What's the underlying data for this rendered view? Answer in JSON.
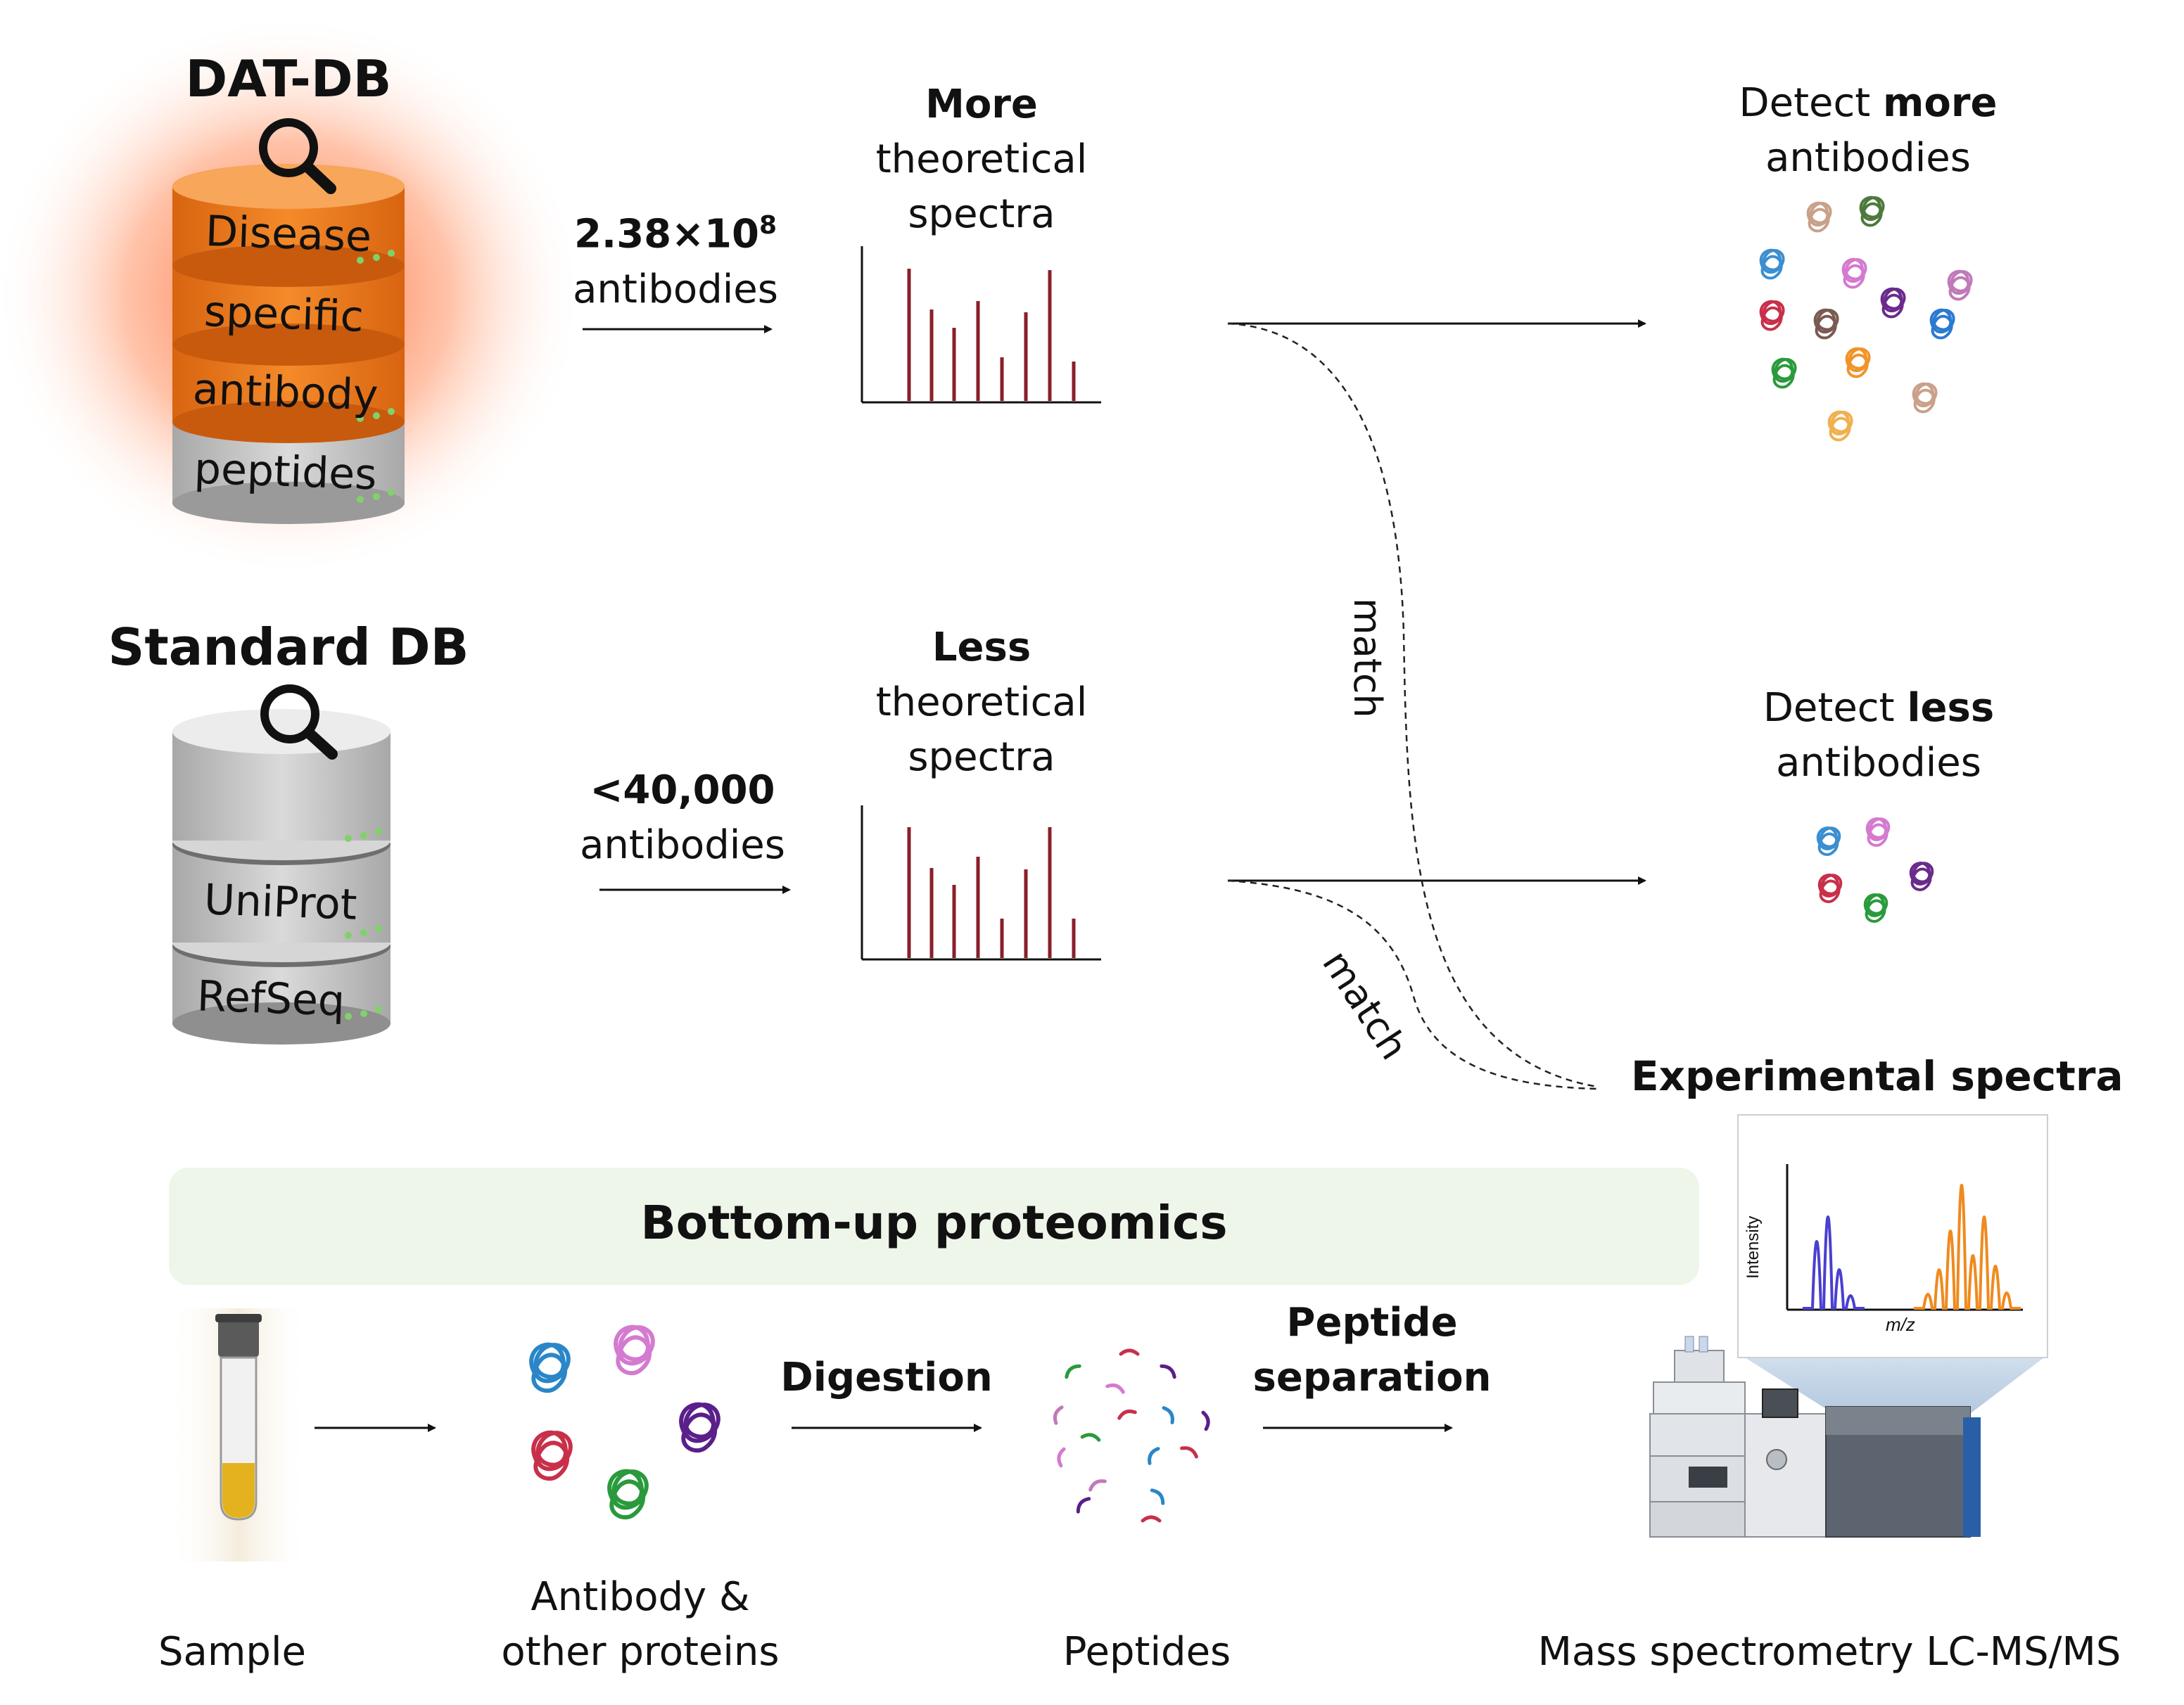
{
  "datdb": {
    "title": "DAT-DB",
    "layers": [
      "Disease",
      "specific",
      "antibody",
      "peptides"
    ],
    "colors": {
      "orange": "#e8761a",
      "glow": "#ff6a2a",
      "grey": "#c8c8c8"
    }
  },
  "standard": {
    "title": "Standard DB",
    "layers": [
      "UniProt",
      "RefSeq"
    ]
  },
  "top_arrow": {
    "count": "2.38×10",
    "exp": "8",
    "unit": "antibodies"
  },
  "bottom_arrow": {
    "count": "<40,000",
    "unit": "antibodies"
  },
  "top_spectra": {
    "bold": "More",
    "line2": "theoretical",
    "line3": "spectra"
  },
  "bottom_spectra": {
    "bold": "Less",
    "line2": "theoretical",
    "line3": "spectra"
  },
  "detect_more": {
    "prefix": "Detect ",
    "bold": "more",
    "line2": "antibodies"
  },
  "detect_less": {
    "prefix": "Detect ",
    "bold": "less",
    "line2": "antibodies"
  },
  "match_label_1": "match",
  "match_label_2": "match",
  "experimental": {
    "title": "Experimental spectra",
    "ylabel": "Intensity",
    "xlabel": "m/z"
  },
  "banner": {
    "title": "Bottom-up proteomics",
    "color": "#eef6ea"
  },
  "workflow": {
    "sample": "Sample",
    "proteins_line1": "Antibody &",
    "proteins_line2": "other proteins",
    "digestion": "Digestion",
    "peptides": "Peptides",
    "separation_line1": "Peptide",
    "separation_line2": "separation",
    "ms": "Mass spectrometry LC-MS/MS"
  },
  "icons": [
    "magnifier-icon",
    "database-icon",
    "antibody-icon",
    "peptide-icon",
    "tube-icon",
    "instrument-icon"
  ],
  "spectra_color": "#8a1f2a"
}
